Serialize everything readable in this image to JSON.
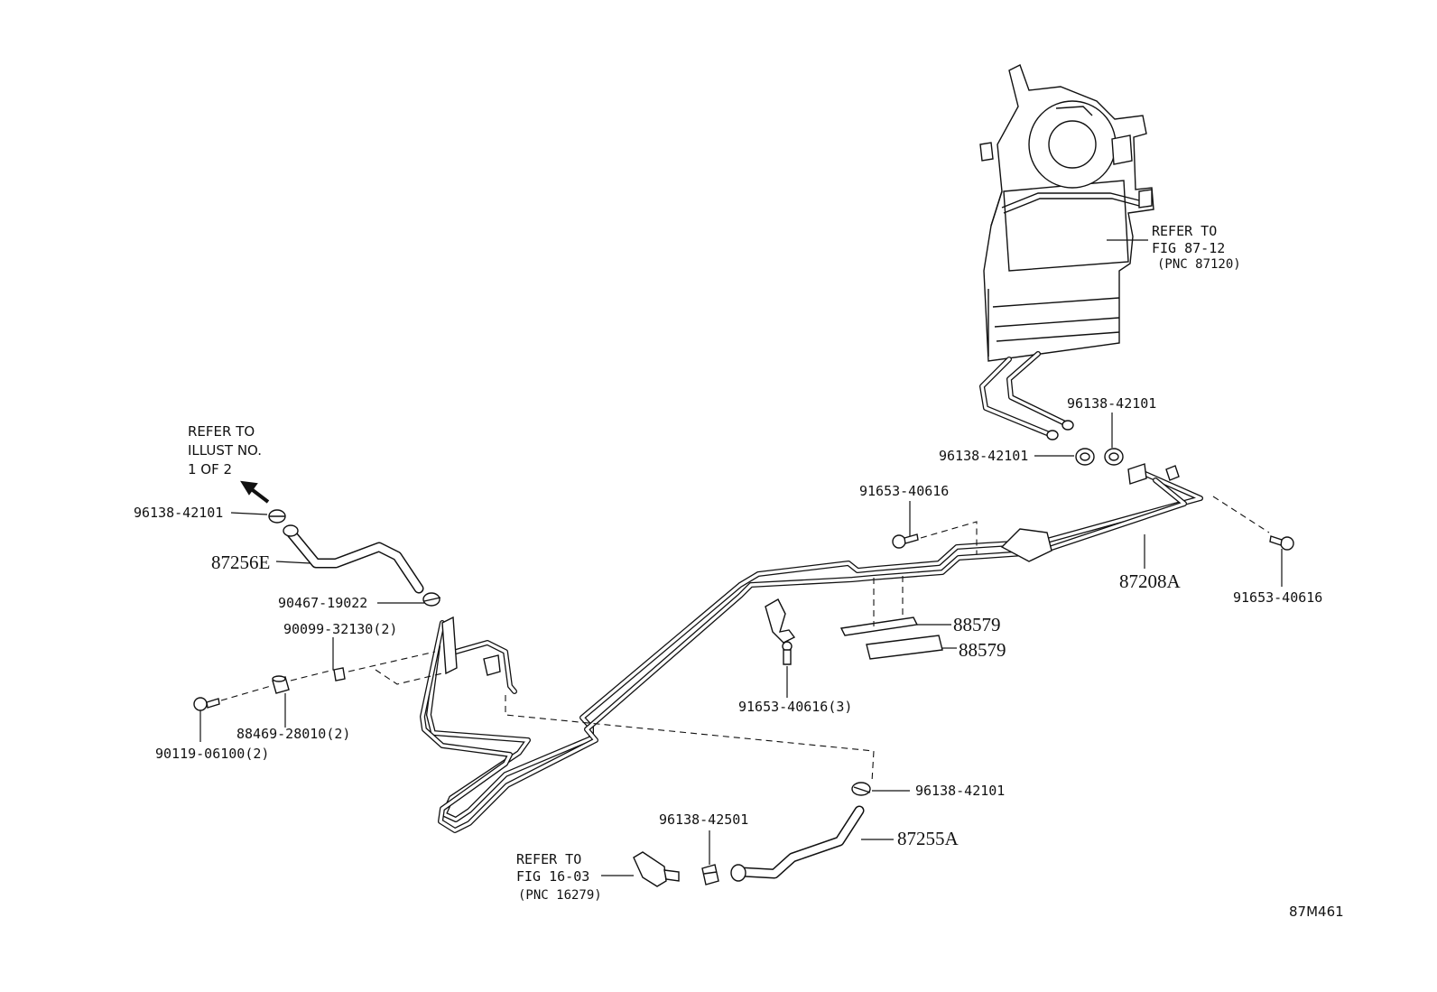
{
  "diagram_id": "87M461",
  "callouts": {
    "refer_illust": [
      "REFER TO",
      "ILLUST NO.",
      "1 OF 2"
    ],
    "refer_fig_87_12": [
      "REFER TO",
      "FIG 87-12",
      "(PNC 87120)"
    ],
    "refer_fig_16_03": [
      "REFER TO",
      "FIG 16-03",
      "(PNC 16279)"
    ]
  },
  "parts": {
    "clamp_tl": "96138-42101",
    "hose_87256e": "87256E",
    "clamp_90467": "90467-19022",
    "clip_90099": "90099-32130(2)",
    "bolt_90119": "90119-06100(2)",
    "grommet_88469": "88469-28010(2)",
    "bolt_91653_top": "91653-40616",
    "bolt_91653_right": "91653-40616",
    "bolt_91653_mid": "91653-40616(3)",
    "clamp_unit_upper": "96138-42101",
    "clamp_unit_lower": "96138-42101",
    "pipe_87208a": "87208A",
    "pad_88579_a": "88579",
    "pad_88579_b": "88579",
    "clamp_96138_42501": "96138-42501",
    "clamp_br": "96138-42101",
    "hose_87255a": "87255A"
  }
}
